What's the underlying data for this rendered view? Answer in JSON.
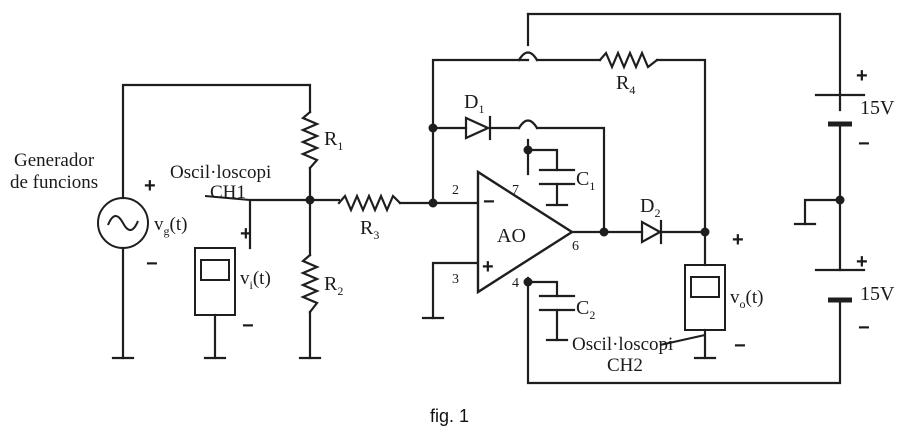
{
  "labels": {
    "generator_line1": "Generador",
    "generator_line2": "de funcions",
    "vg": "v",
    "vg_sub": "g",
    "vg_tail": "(t)",
    "osc1_line1": "Oscil·loscopi",
    "osc1_line2": "CH1",
    "vi": "v",
    "vi_sub": "i",
    "vi_tail": "(t)",
    "r1": "R",
    "r1_sub": "1",
    "r2": "R",
    "r2_sub": "2",
    "r3": "R",
    "r3_sub": "3",
    "r4": "R",
    "r4_sub": "4",
    "d1": "D",
    "d1_sub": "1",
    "d2": "D",
    "d2_sub": "2",
    "c1": "C",
    "c1_sub": "1",
    "c2": "C",
    "c2_sub": "2",
    "opamp": "AO",
    "pin2": "2",
    "pin3": "3",
    "pin4": "4",
    "pin6": "6",
    "pin7": "7",
    "inv_sign": "−",
    "noninv_sign": "+",
    "vo": "v",
    "vo_sub": "o",
    "vo_tail": "(t)",
    "osc2_line1": "Oscil·loscopi",
    "osc2_line2": "CH2",
    "batt_top": "15V",
    "batt_bottom": "15V",
    "plus": "+",
    "minus": "−"
  },
  "caption": "fig. 1"
}
